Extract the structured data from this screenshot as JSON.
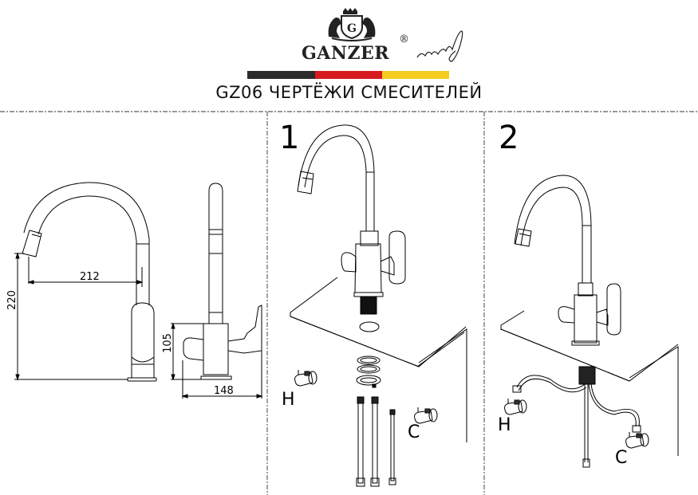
{
  "header": {
    "brand": "GANZER",
    "registered_mark": "®",
    "logo_icon": "crest-with-crown-and-lions-icon",
    "signature_icon": "handwritten-signature-icon",
    "flag_colors": [
      "#2b2b2b",
      "#d71920",
      "#f5cc1f"
    ],
    "title": "GZ06 ЧЕРТЁЖИ СМЕСИТЕЛЕЙ"
  },
  "panels": {
    "dimensions": {
      "front_view": {
        "spout_reach_label": "212",
        "height_label": "220"
      },
      "side_view": {
        "body_height_label": "105",
        "depth_label": "148"
      }
    },
    "step1": {
      "number": "1",
      "hot_label": "H",
      "cold_label": "C",
      "parts": [
        "faucet",
        "countertop-hole",
        "gasket-rings",
        "mounting-nut",
        "flexible-hoses",
        "angle-valves"
      ]
    },
    "step2": {
      "number": "2",
      "hot_label": "H",
      "cold_label": "C",
      "parts": [
        "faucet-installed",
        "countertop",
        "connected-hoses",
        "angle-valves"
      ]
    }
  }
}
